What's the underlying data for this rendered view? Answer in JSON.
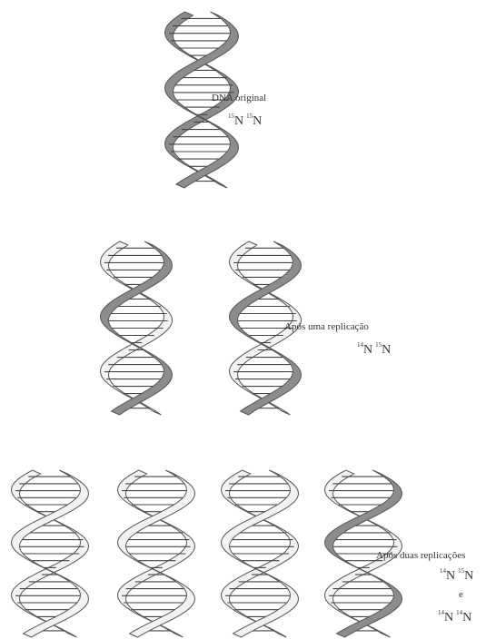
{
  "figure": {
    "colors": {
      "n15_strand": "#8c8c8c",
      "n14_strand": "#f2f2f2",
      "outline": "#555555",
      "rung": "#444444"
    },
    "stages": [
      {
        "title": "DNA original",
        "composition": [
          {
            "strand_a": {
              "iso": "15",
              "el": "N"
            },
            "strand_b": {
              "iso": "15",
              "el": "N"
            }
          }
        ],
        "conjunction": ""
      },
      {
        "title": "Após uma replicação",
        "composition": [
          {
            "strand_a": {
              "iso": "14",
              "el": "N"
            },
            "strand_b": {
              "iso": "15",
              "el": "N"
            }
          }
        ],
        "conjunction": ""
      },
      {
        "title": "Após duas replicações",
        "composition": [
          {
            "strand_a": {
              "iso": "14",
              "el": "N"
            },
            "strand_b": {
              "iso": "15",
              "el": "N"
            }
          },
          {
            "strand_a": {
              "iso": "14",
              "el": "N"
            },
            "strand_b": {
              "iso": "14",
              "el": "N"
            }
          }
        ],
        "conjunction": "e"
      }
    ]
  }
}
